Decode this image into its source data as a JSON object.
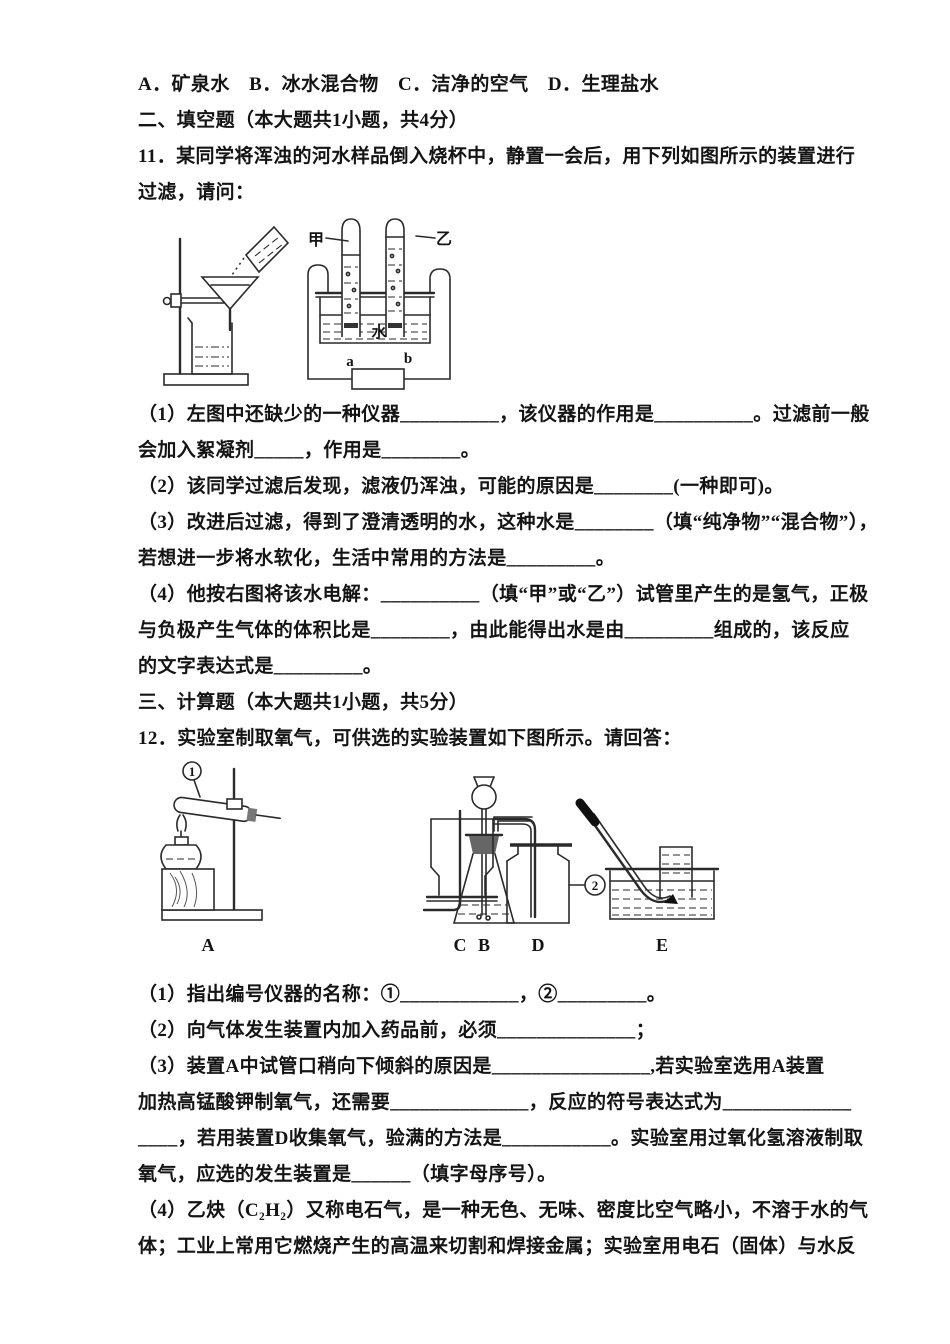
{
  "page": {
    "background": "#ffffff",
    "text_color": "#141414"
  },
  "doc": {
    "lines": [
      "A．矿泉水　B．冰水混合物　C．洁净的空气　D．生理盐水",
      "二、填空题（本大题共1小题，共4分）",
      "11．某同学将浑浊的河水样品倒入烧杯中，静置一会后，用下列如图所示的装置进行",
      "过滤，请问：",
      "（1）左图中还缺少的一种仪器__________，该仪器的作用是__________。过滤前一般",
      "会加入絮凝剂_____，作用是________。",
      "（2）该同学过滤后发现，滤液仍浑浊，可能的原因是________(一种即可)。",
      "（3）改进后过滤，得到了澄清透明的水，这种水是________（填“纯净物”“混合物”），",
      "若想进一步将水软化，生活中常用的方法是_________。",
      "（4）他按右图将该水电解：__________（填“甲”或“乙”）试管里产生的是氢气，正极",
      "与负极产生气体的体积比是________，由此能得出水是由_________组成的，该反应",
      "的文字表达式是_________。",
      "三、计算题（本大题共1小题，共5分）",
      "12．实验室制取氧气，可供选的实验装置如下图所示。请回答：",
      "（1）指出编号仪器的名称：①____________，②_________。",
      "（2）向气体发生装置内加入药品前，必须______________；",
      "（3）装置A中试管口稍向下倾斜的原因是________________,若实验室选用A装置",
      "加热高锰酸钾制氧气，还需要______________，反应的符号表达式为_____________",
      "____，若用装置D收集氧气，验满的方法是___________。实验室用过氧化氢溶液制取",
      "氧气，应选的发生装置是______（填字母序号）。",
      "（4）乙炔（C₂H₂）又称电石气，是一种无色、无味、密度比空气略小，不溶于水的气",
      "体；工业上常用它燃烧产生的高温来切割和焊接金属；实验室用电石（固体）与水反"
    ]
  },
  "fig1": {
    "label_jia": "甲",
    "label_yi": "乙",
    "label_water": "水",
    "label_a": "a",
    "label_b": "b"
  },
  "fig2": {
    "label_1": "1",
    "label_2": "2",
    "label_A": "A",
    "label_B": "B",
    "label_C": "C",
    "label_D": "D",
    "label_E": "E"
  }
}
